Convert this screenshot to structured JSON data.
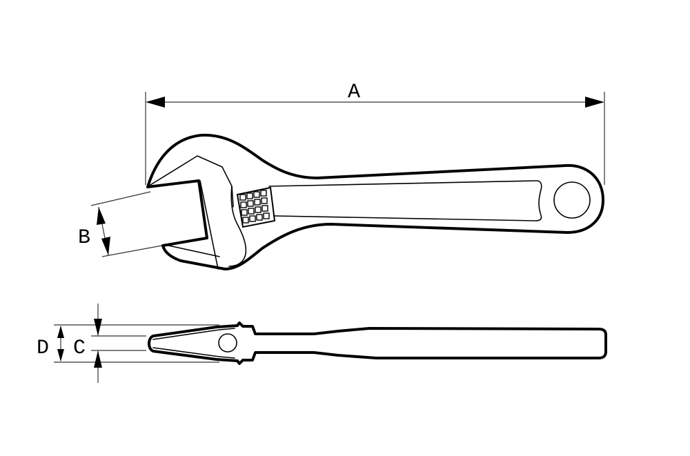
{
  "diagram": {
    "subject": "adjustable wrench technical drawing",
    "colors": {
      "line": "#000000",
      "background": "#ffffff",
      "dimension_line": "#333333"
    },
    "views": [
      {
        "name": "top-view",
        "description": "side profile of adjustable wrench with jaw, worm gear, handle and hang hole"
      },
      {
        "name": "side-view",
        "description": "thickness profile of wrench"
      }
    ],
    "dimensions": {
      "A": {
        "label": "A",
        "meaning": "overall length"
      },
      "B": {
        "label": "B",
        "meaning": "jaw opening"
      },
      "C": {
        "label": "C",
        "meaning": "jaw tip thickness"
      },
      "D": {
        "label": "D",
        "meaning": "head thickness"
      }
    }
  }
}
